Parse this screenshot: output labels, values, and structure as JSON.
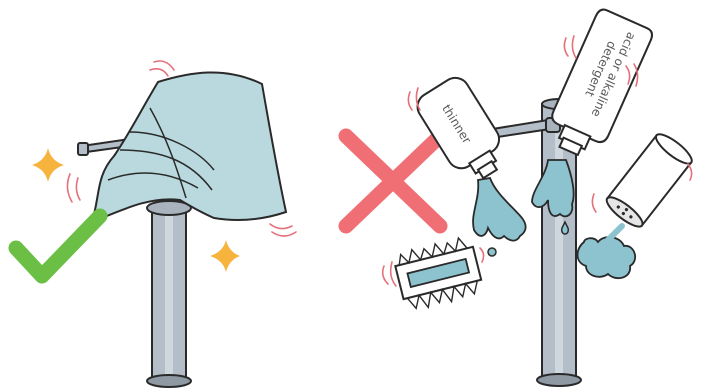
{
  "labels": {
    "thinner": "thinner",
    "acid_line1": "acid or alkaline",
    "acid_line2": "detergent"
  },
  "colors": {
    "cloth": "#b9d9de",
    "pipe": "#b4bec8",
    "outline": "#2a2a2a",
    "check": "#6bbf45",
    "cross": "#ef6f74",
    "sparkle": "#f6b33d",
    "liquid": "#8cc3cf",
    "splash": "#e5707a"
  },
  "icons": [
    "check-icon",
    "cross-icon",
    "sparkle-icon"
  ]
}
